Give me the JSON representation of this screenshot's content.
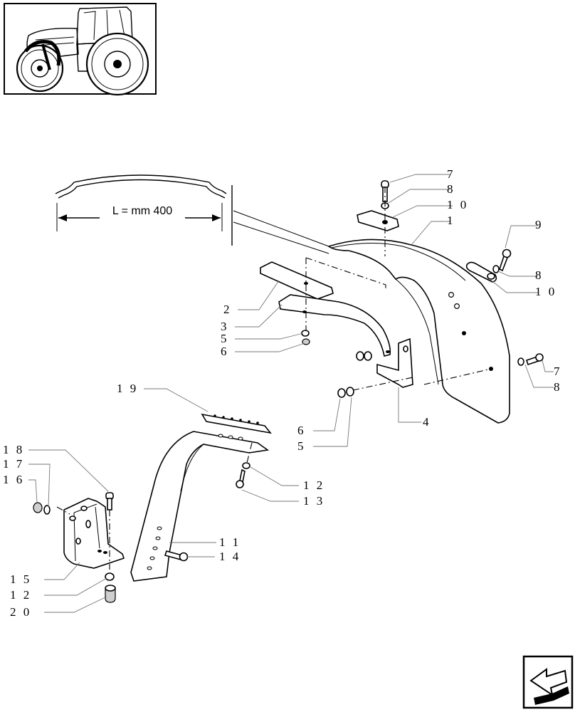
{
  "dimension": {
    "label": "L = mm 400"
  },
  "callouts": {
    "c7a": "7",
    "c8a": "8",
    "c10a": "1 0",
    "c1": "1",
    "c9": "9",
    "c8b": "8",
    "c10b": "1 0",
    "c2": "2",
    "c3": "3",
    "c5a": "5",
    "c6a": "6",
    "c7b": "7",
    "c8c": "8",
    "c4": "4",
    "c6b": "6",
    "c5b": "5",
    "c19": "1 9",
    "c12a": "1 2",
    "c13": "1 3",
    "c11": "1 1",
    "c14": "1 4",
    "c18": "1 8",
    "c17": "1 7",
    "c16": "1 6",
    "c15": "1 5",
    "c12b": "1 2",
    "c20": "2 0"
  },
  "icons": {
    "thumbnail": "tractor-location-thumbnail",
    "nav": "previous-page-arrow-icon"
  }
}
